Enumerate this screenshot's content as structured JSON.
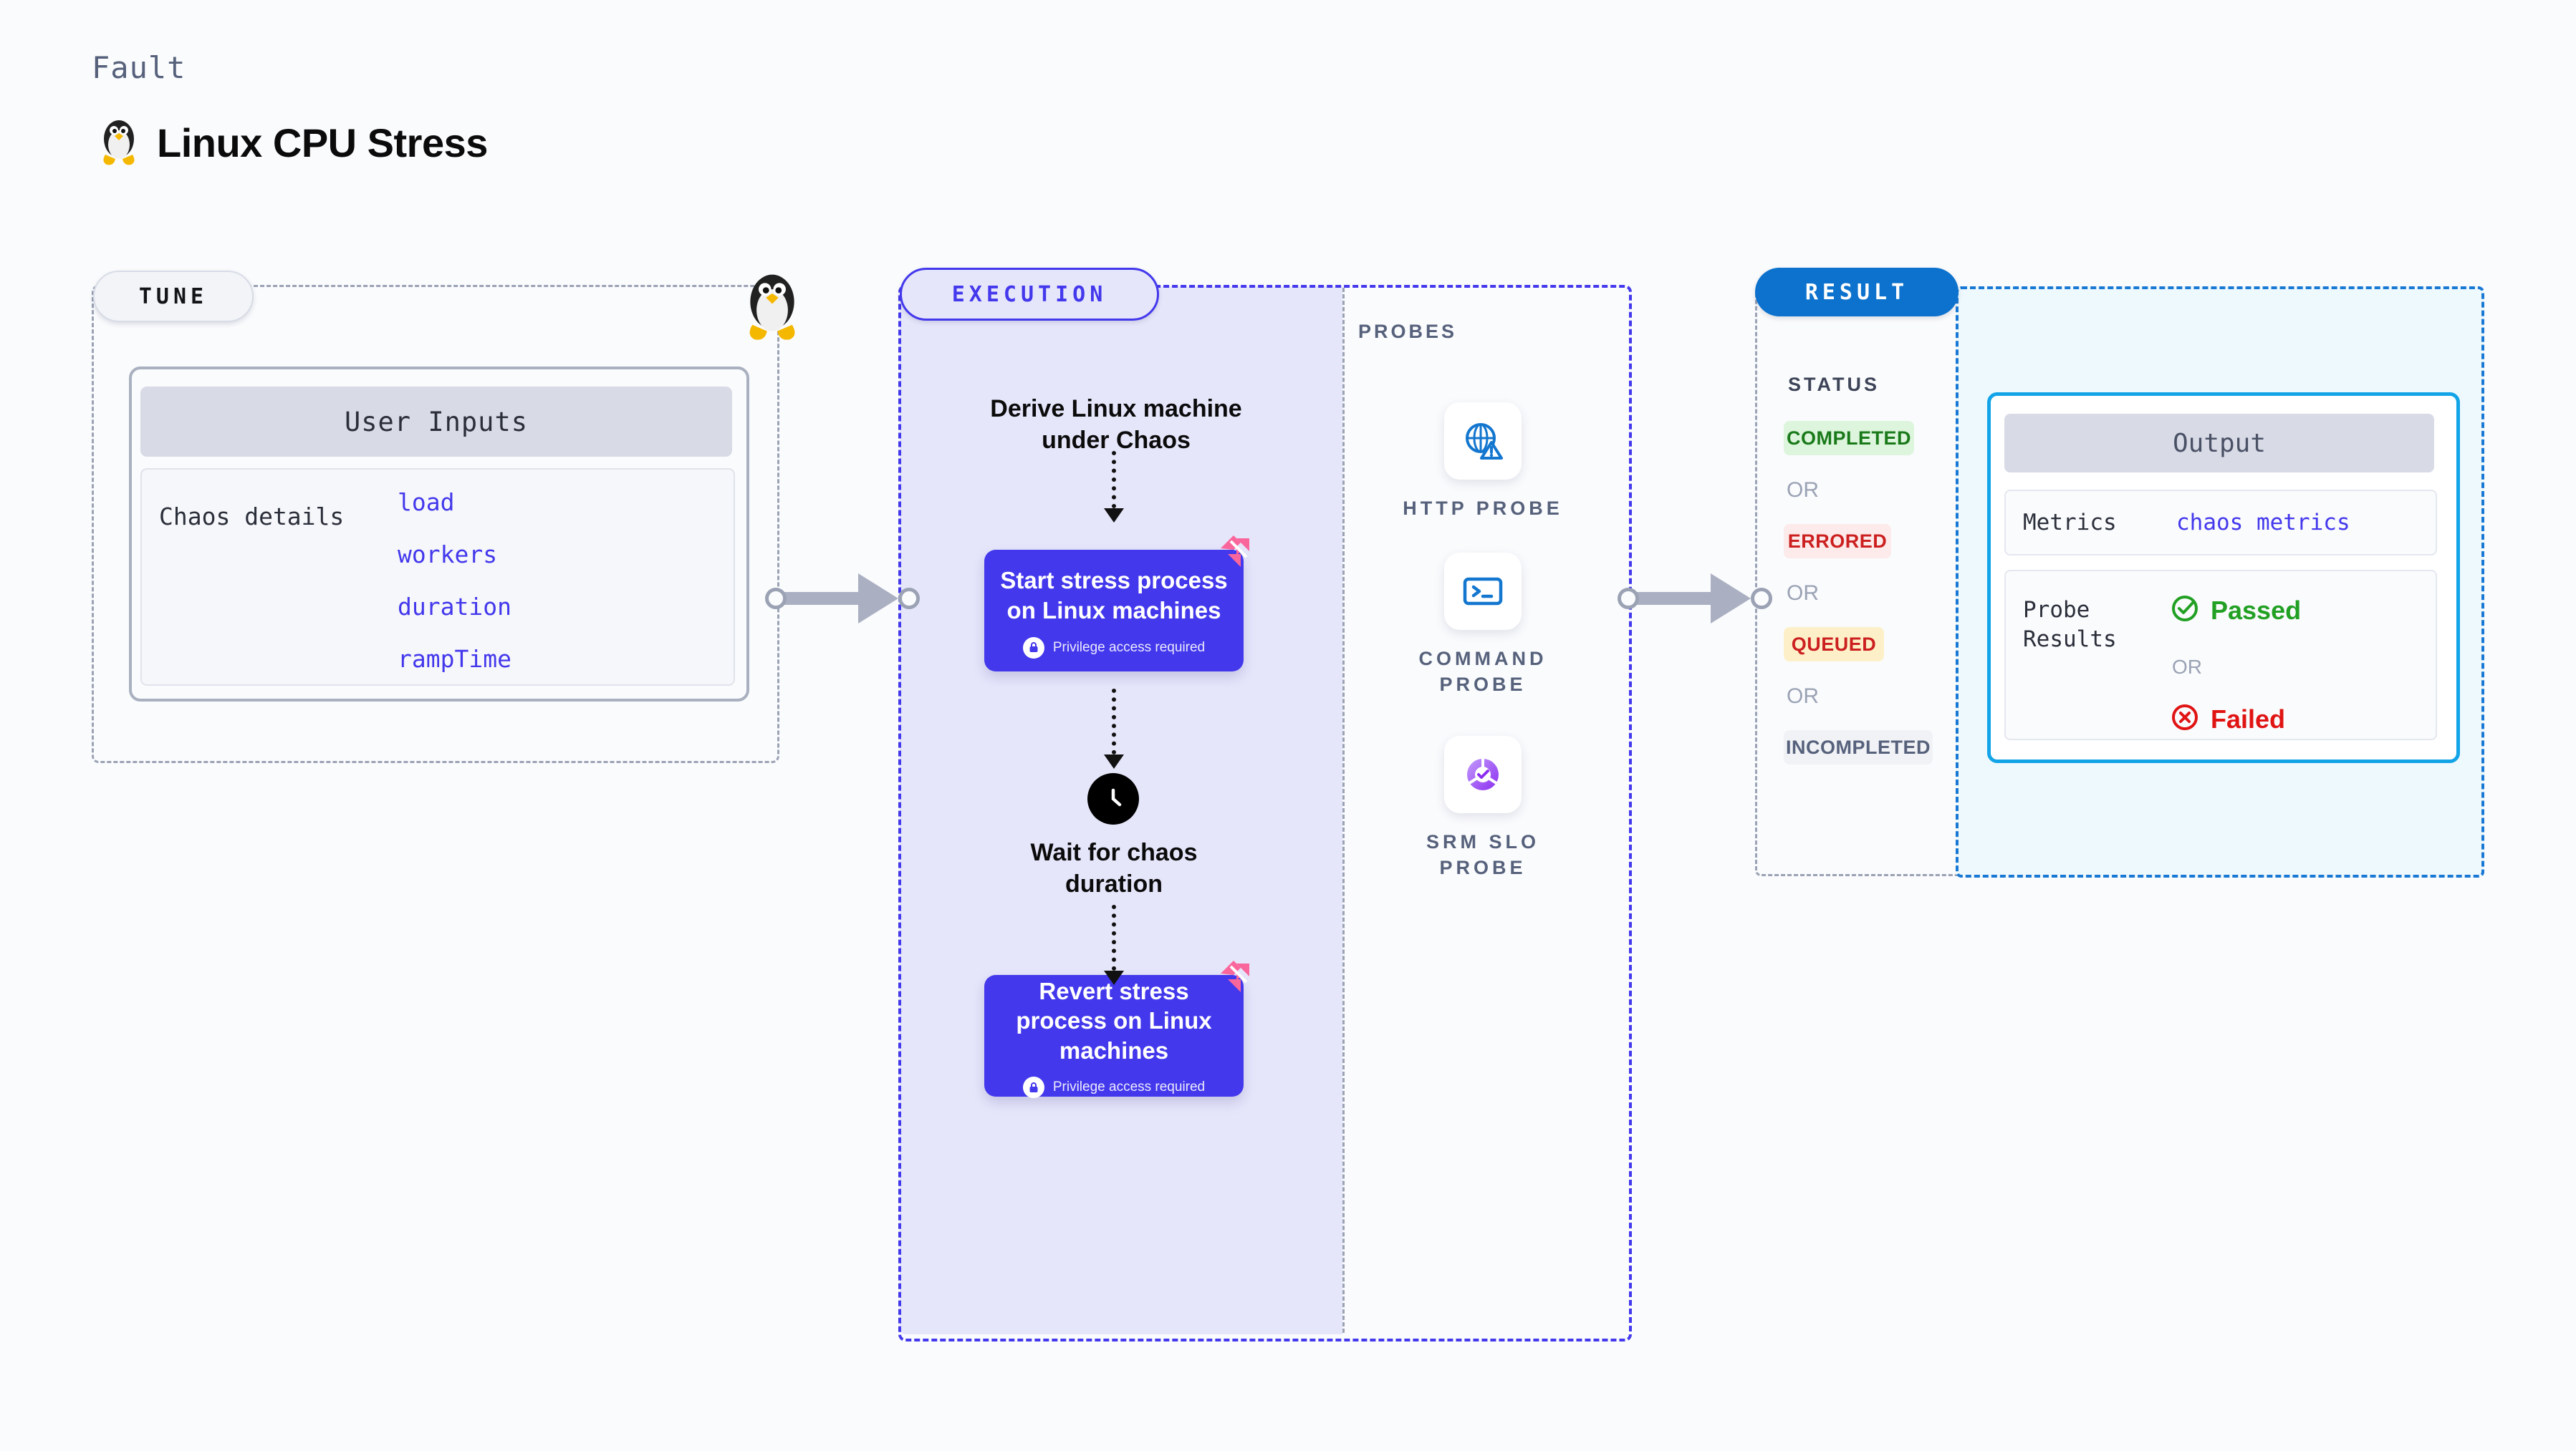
{
  "header": {
    "kicker": "Fault",
    "title": "Linux CPU Stress",
    "icon": "linux-penguin-icon"
  },
  "tune": {
    "pill_label": "TUNE",
    "corner_icon": "linux-penguin-icon",
    "card_title": "User Inputs",
    "row_label": "Chaos details",
    "params": [
      "load",
      "workers",
      "duration",
      "rampTime"
    ]
  },
  "execution": {
    "pill_label": "EXECUTION",
    "derive_step": "Derive Linux machine under Chaos",
    "steps": [
      {
        "title": "Start stress process on Linux machines",
        "privilege_note": "Privilege access required",
        "lock_icon": "lock-icon",
        "badge_icon": "litmus-chaos-icon"
      },
      {
        "title": "Revert stress process on Linux machines",
        "privilege_note": "Privilege access required",
        "lock_icon": "lock-icon",
        "badge_icon": "litmus-chaos-icon"
      }
    ],
    "wait_step": {
      "label": "Wait for chaos duration",
      "icon": "clock-icon"
    }
  },
  "probes": {
    "section_label": "PROBES",
    "items": [
      {
        "label": "HTTP PROBE",
        "icon": "globe-warning-icon"
      },
      {
        "label": "COMMAND PROBE",
        "icon": "terminal-icon"
      },
      {
        "label": "SRM SLO PROBE",
        "icon": "slo-donut-check-icon"
      }
    ]
  },
  "result": {
    "pill_label": "RESULT",
    "status_label": "STATUS",
    "or_label": "OR",
    "statuses": [
      {
        "label": "COMPLETED",
        "bg": "#ddf5dd",
        "fg": "#1a7a1a"
      },
      {
        "label": "ERRORED",
        "bg": "#fdeaea",
        "fg": "#cc2020"
      },
      {
        "label": "QUEUED",
        "bg": "#fdf0c9",
        "fg": "#cc2020"
      },
      {
        "label": "INCOMPLETED",
        "bg": "#f1f2f6",
        "fg": "#56617b"
      }
    ],
    "output": {
      "title": "Output",
      "metrics_label": "Metrics",
      "metrics_value": "chaos metrics",
      "probe_results_label": "Probe Results",
      "passed_label": "Passed",
      "failed_label": "Failed",
      "or_label": "OR",
      "passed_icon": "check-circle-icon",
      "failed_icon": "x-circle-icon"
    }
  },
  "colors": {
    "page_bg": "#fafbfd",
    "accent_purple": "#4338ec",
    "execution_fill": "#e6e6fb",
    "result_blue": "#0c72cd",
    "output_cyan": "#13a4e8",
    "output_bg": "#eef9fd",
    "litmus_pink": "#f9669c",
    "dashed_gray": "#9aa2b4"
  }
}
